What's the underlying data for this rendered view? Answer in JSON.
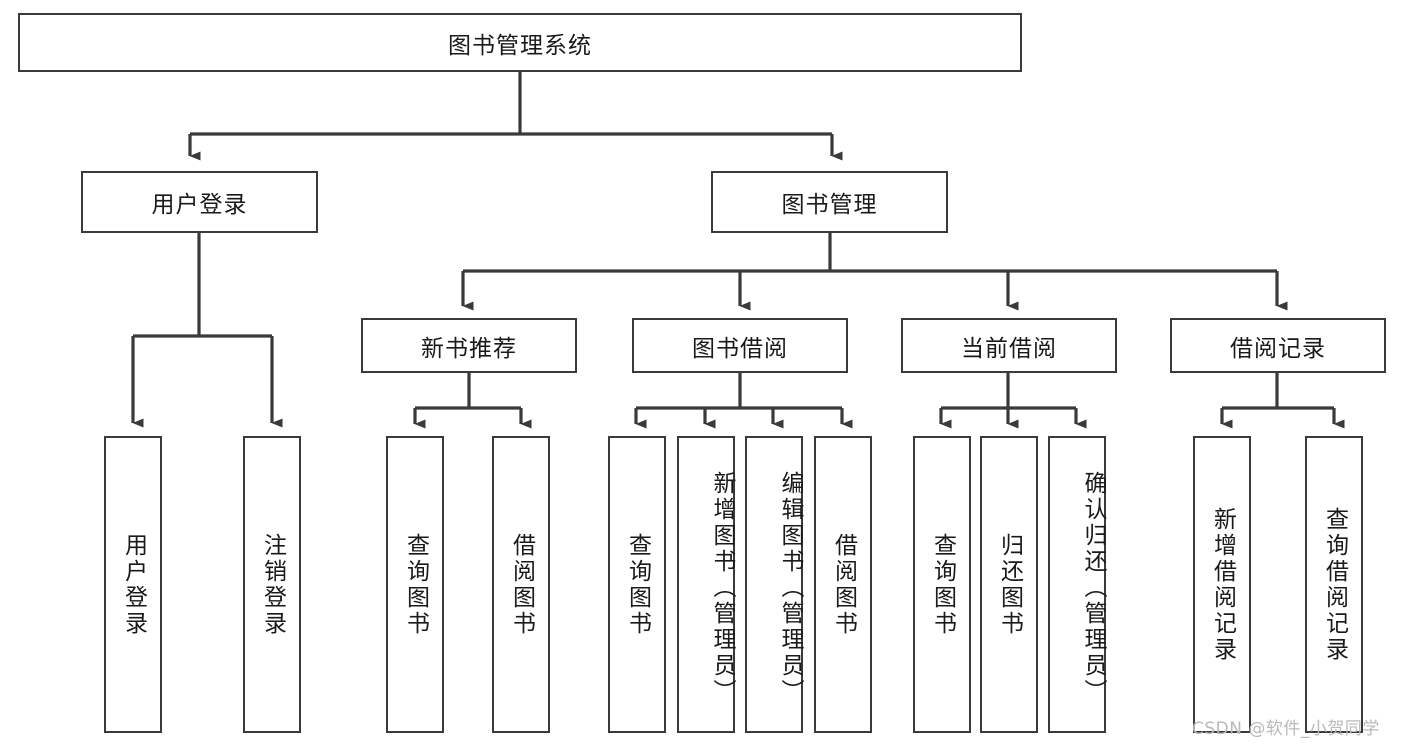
{
  "diagram": {
    "type": "tree-hierarchy",
    "title": "图书管理系统",
    "root": {
      "id": "root",
      "label": "图书管理系统",
      "orientation": "horizontal"
    },
    "level1": [
      {
        "id": "user-login",
        "label": "用户登录",
        "orientation": "horizontal"
      },
      {
        "id": "book-manage",
        "label": "图书管理",
        "orientation": "horizontal"
      }
    ],
    "level2": [
      {
        "id": "new-book-recommend",
        "label": "新书推荐",
        "orientation": "horizontal",
        "parent": "book-manage"
      },
      {
        "id": "book-borrow",
        "label": "图书借阅",
        "orientation": "horizontal",
        "parent": "book-manage"
      },
      {
        "id": "current-borrow",
        "label": "当前借阅",
        "orientation": "horizontal",
        "parent": "book-manage"
      },
      {
        "id": "borrow-record",
        "label": "借阅记录",
        "orientation": "horizontal",
        "parent": "book-manage"
      }
    ],
    "leaves": [
      {
        "id": "leaf-user-login",
        "label": "用户登录",
        "orientation": "vertical",
        "parent": "user-login"
      },
      {
        "id": "leaf-user-logout",
        "label": "注销登录",
        "orientation": "vertical",
        "parent": "user-login"
      },
      {
        "id": "leaf-query-book-1",
        "label": "查询图书",
        "orientation": "vertical",
        "parent": "new-book-recommend"
      },
      {
        "id": "leaf-borrow-book-1",
        "label": "借阅图书",
        "orientation": "vertical",
        "parent": "new-book-recommend"
      },
      {
        "id": "leaf-query-book-2",
        "label": "查询图书",
        "orientation": "vertical",
        "parent": "book-borrow"
      },
      {
        "id": "leaf-add-book",
        "label": "新增图书（管理员）",
        "orientation": "vertical",
        "parent": "book-borrow"
      },
      {
        "id": "leaf-edit-book",
        "label": "编辑图书（管理员）",
        "orientation": "vertical",
        "parent": "book-borrow"
      },
      {
        "id": "leaf-borrow-book-2",
        "label": "借阅图书",
        "orientation": "vertical",
        "parent": "book-borrow"
      },
      {
        "id": "leaf-query-book-3",
        "label": "查询图书",
        "orientation": "vertical",
        "parent": "current-borrow"
      },
      {
        "id": "leaf-return-book",
        "label": "归还图书",
        "orientation": "vertical",
        "parent": "current-borrow"
      },
      {
        "id": "leaf-confirm-return",
        "label": "确认归还（管理员）",
        "orientation": "vertical",
        "parent": "current-borrow"
      },
      {
        "id": "leaf-add-record",
        "label": "新增借阅记录",
        "orientation": "vertical",
        "parent": "borrow-record"
      },
      {
        "id": "leaf-query-record",
        "label": "查询借阅记录",
        "orientation": "vertical",
        "parent": "borrow-record"
      }
    ],
    "colors": {
      "border": "#3a3a3a",
      "text": "#1a1a1a",
      "background": "#ffffff",
      "edge": "#3a3a3a",
      "watermark": "#b9b9b9"
    }
  },
  "watermark": {
    "text": "CSDN @软件_小贺同学"
  }
}
